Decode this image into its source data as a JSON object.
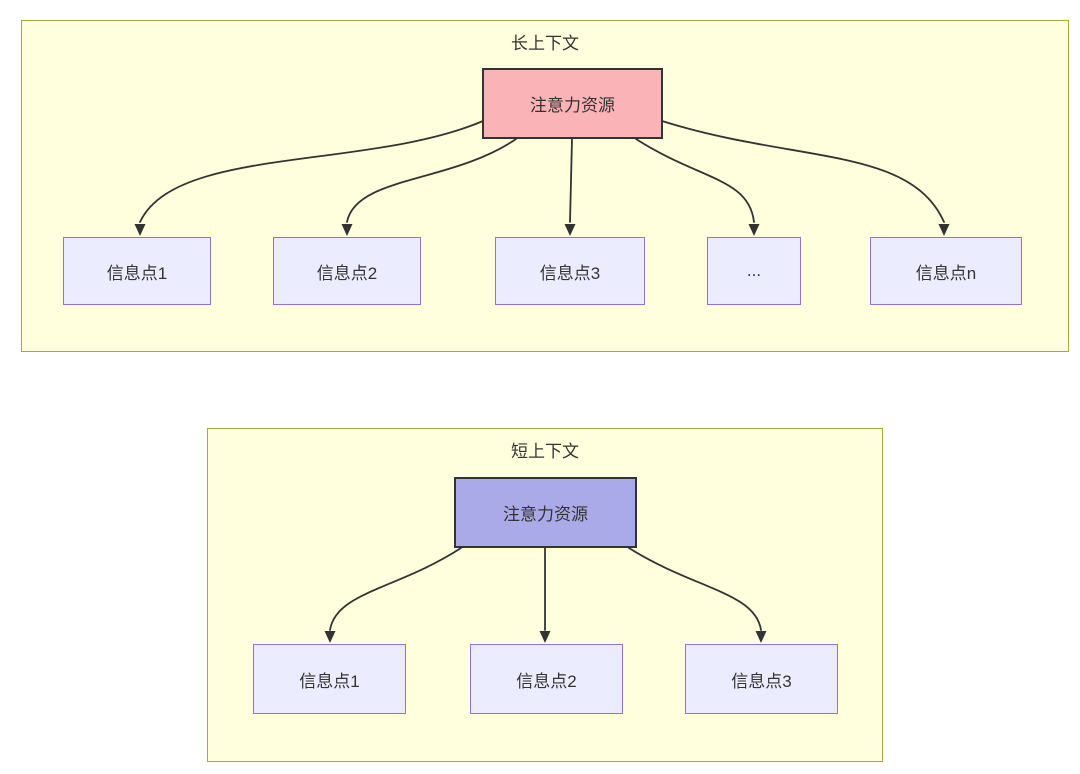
{
  "colors": {
    "page_bg": "#FFFFFF",
    "subgraph_fill": "#FFFFDE",
    "subgraph_border": "#AAAA33",
    "node_fill": "#ECECFF",
    "node_border": "#9370DB",
    "attention_long_fill": "#FAB3B7",
    "attention_short_fill": "#AAAAE8",
    "attention_border": "#333333",
    "edge_color": "#333333",
    "text_color": "#333333"
  },
  "diagram": {
    "long_context": {
      "title": "长上下文",
      "source": {
        "label": "注意力资源"
      },
      "targets": [
        {
          "label": "信息点1"
        },
        {
          "label": "信息点2"
        },
        {
          "label": "信息点3"
        },
        {
          "label": "..."
        },
        {
          "label": "信息点n"
        }
      ]
    },
    "short_context": {
      "title": "短上下文",
      "source": {
        "label": "注意力资源"
      },
      "targets": [
        {
          "label": "信息点1"
        },
        {
          "label": "信息点2"
        },
        {
          "label": "信息点3"
        }
      ]
    }
  }
}
